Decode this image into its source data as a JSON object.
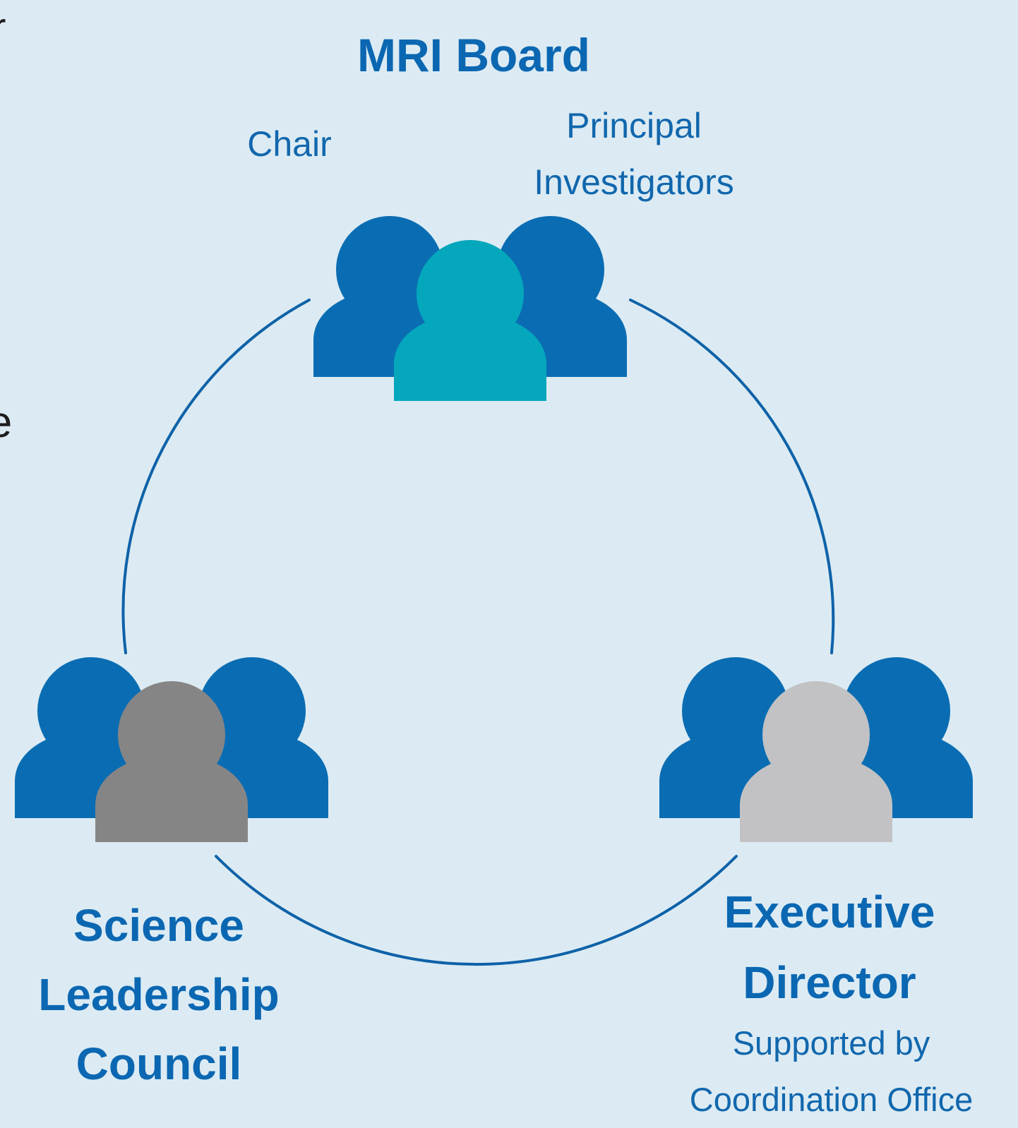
{
  "colors": {
    "background": "#dcebf3",
    "connector": "#0e62a8",
    "heading_text": "#0b67b2",
    "sub_text": "#1167ad",
    "person_blue": "#0a6db3",
    "person_teal": "#05a7bd",
    "person_dark_gray": "#868585",
    "person_light_gray": "#c2c2c4",
    "cropped_text": "#1d1d1d"
  },
  "cropped_edge_text": {
    "top": "r",
    "middle": "e"
  },
  "nodes": {
    "board": {
      "title": "MRI Board",
      "chair_label": "Chair",
      "pi_label_line1": "Principal",
      "pi_label_line2": "Investigators",
      "group_icon": "people-group-icon",
      "front_color": "person_teal"
    },
    "council": {
      "title_line1": "Science",
      "title_line2": "Leadership",
      "title_line3": "Council",
      "group_icon": "people-group-icon",
      "front_color": "person_dark_gray"
    },
    "director": {
      "title_line1": "Executive",
      "title_line2": "Director",
      "subtitle_line1": "Supported by",
      "subtitle_line2": "Coordination Office",
      "group_icon": "people-group-icon",
      "front_color": "person_light_gray"
    }
  }
}
